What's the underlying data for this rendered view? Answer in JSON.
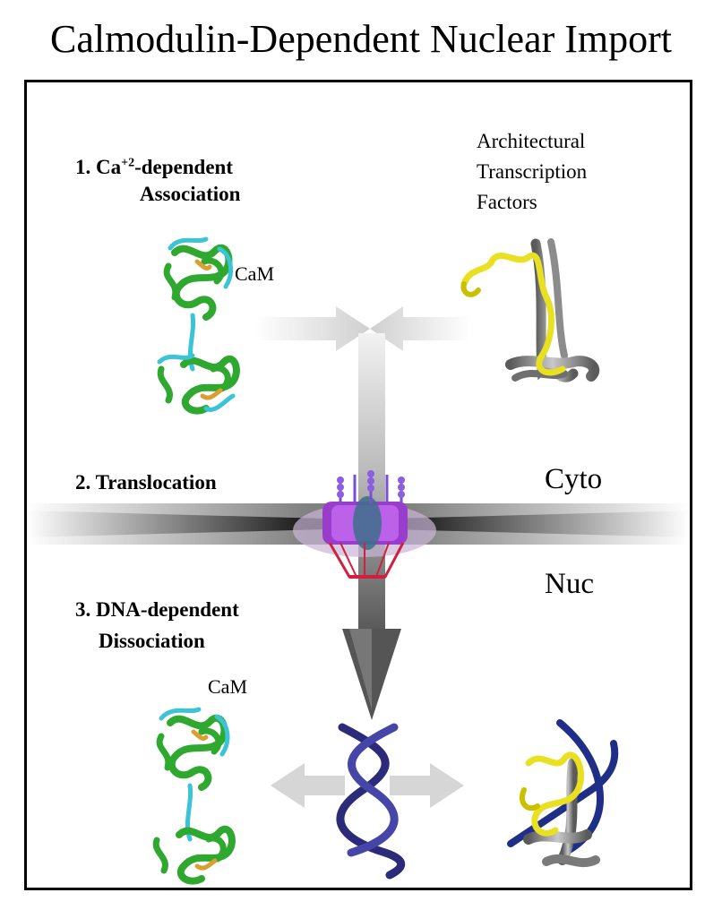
{
  "title": "Calmodulin-Dependent Nuclear Import",
  "steps": [
    {
      "number": "1.",
      "pre": "Ca",
      "sup": "+2",
      "post": "-dependent",
      "line2": "Association"
    },
    {
      "number": "2.",
      "line1": "Translocation"
    },
    {
      "number": "3.",
      "line1": "DNA-dependent",
      "line2": "Dissociation"
    }
  ],
  "labels": {
    "atf_lines": [
      "Architectural",
      "Transcription",
      "Factors"
    ],
    "cam_top": "CaM",
    "cam_bottom": "CaM",
    "cyto": "Cyto",
    "nuc": "Nuc"
  },
  "colors": {
    "calmodulin_helix": "#2fa82f",
    "calmodulin_loop": "#3cc4d6",
    "calcium_site": "#d9a030",
    "atf_yellow": "#e8e020",
    "atf_gray": "#8c8c8c",
    "dna_blue": "#34348c",
    "pore_purple": "#9a3ccc",
    "pore_red": "#d02040",
    "arrow_gray": "#8a8a8a"
  }
}
